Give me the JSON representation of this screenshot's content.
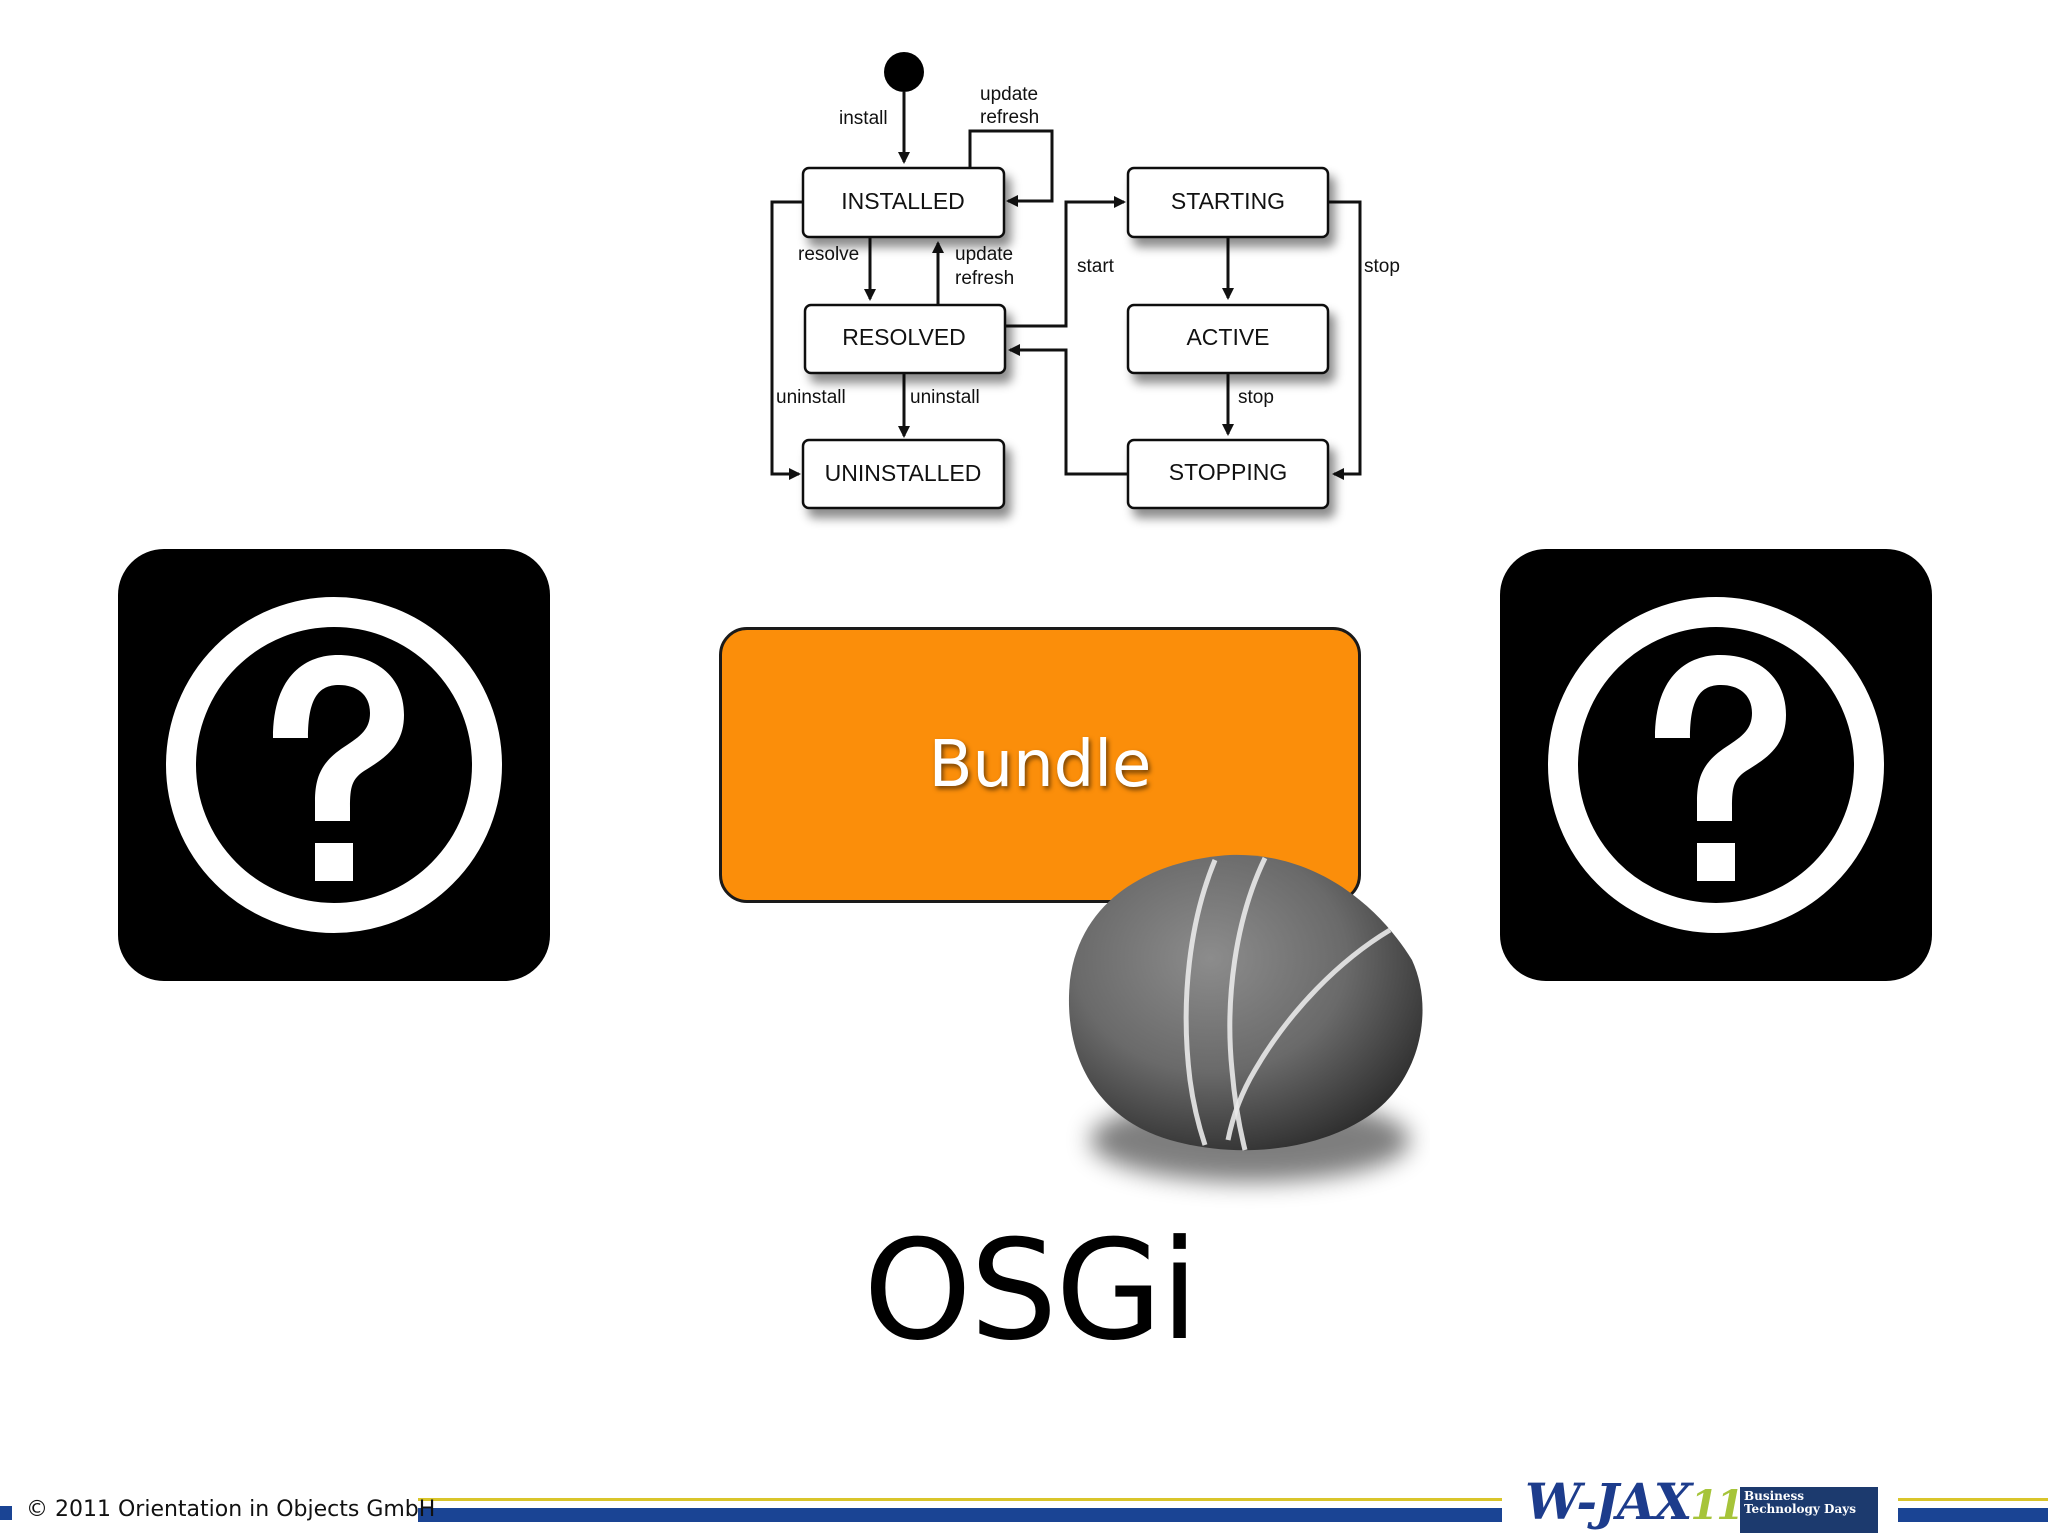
{
  "diagram": {
    "states": {
      "installed": "INSTALLED",
      "resolved": "RESOLVED",
      "uninstalled": "UNINSTALLED",
      "starting": "STARTING",
      "active": "ACTIVE",
      "stopping": "STOPPING"
    },
    "transitions": {
      "install": "install",
      "update_refresh_top_1": "update",
      "update_refresh_top_2": "refresh",
      "resolve": "resolve",
      "update_refresh_mid_1": "update",
      "update_refresh_mid_2": "refresh",
      "start": "start",
      "stop_right": "stop",
      "uninstall_left": "uninstall",
      "uninstall_center": "uninstall",
      "stop_lower": "stop"
    }
  },
  "bundle": {
    "label": "Bundle"
  },
  "title": "OSGi",
  "footer": {
    "copyright": "© 2011 Orientation in Objects GmbH",
    "wjax_text": "W-JAX",
    "wjax_number": "11",
    "btd_line1": "Business",
    "btd_line2": "Technology Days"
  },
  "colors": {
    "bundle_fill": "#fb8e0a",
    "footer_blue": "#1a4494",
    "footer_yellow": "#d9c52a"
  },
  "icons": {
    "left": "question-mark-icon",
    "right": "question-mark-icon",
    "stone": "pebble-stone-icon"
  }
}
